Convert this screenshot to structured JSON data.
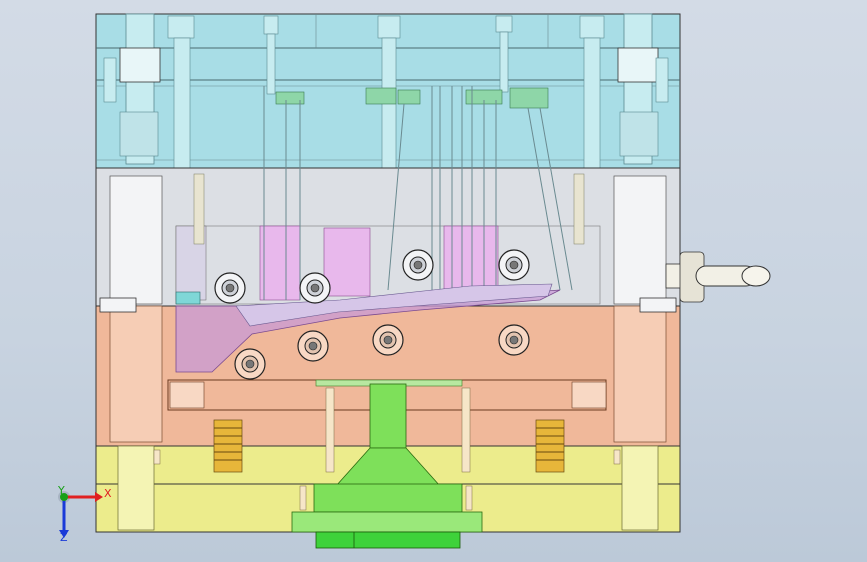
{
  "viewport": {
    "background_top": "#d3dbe6",
    "background_bottom": "#bcc9d8"
  },
  "mold_plates": [
    {
      "name": "top-clamp-plate",
      "color": "#a8dde6"
    },
    {
      "name": "cavity-plate",
      "color": "#dcdfe4"
    },
    {
      "name": "core-plate",
      "color": "#f0b89a"
    },
    {
      "name": "ejector-housing",
      "color": "#ecec8c"
    },
    {
      "name": "bottom-clamp-plate",
      "color": "#ecec8c"
    }
  ],
  "components": {
    "sprue_color": "#7ee05a",
    "spring_color": "#e7b63a",
    "handle_color": "#f2f0e6"
  },
  "triad": {
    "x_label": "X",
    "y_label": "Y",
    "z_label": "Z",
    "x_color": "#e02020",
    "y_color": "#18a018",
    "z_color": "#1a3ad8"
  }
}
